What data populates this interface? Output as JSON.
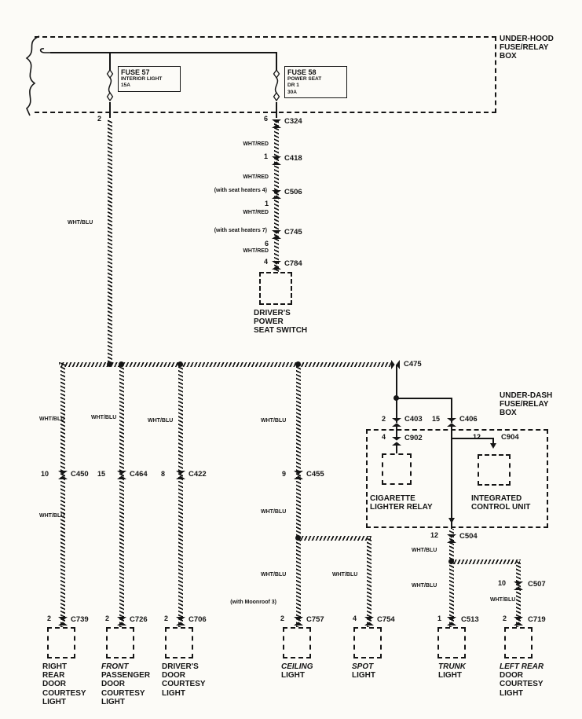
{
  "boxes": {
    "underhood": "UNDER-HOOD\nFUSE/RELAY\nBOX",
    "underdash": "UNDER-DASH\nFUSE/RELAY\nBOX"
  },
  "fuses": {
    "f57": {
      "name": "FUSE 57",
      "desc": "INTERIOR LIGHT\n15A"
    },
    "f58": {
      "name": "FUSE 58",
      "desc": "POWER SEAT\nDR 1\n30A"
    }
  },
  "wire": {
    "wht_red": "WHT/RED",
    "wht_blu": "WHT/BLU"
  },
  "feed_pin": "2",
  "connectors": {
    "c324": {
      "pin": "6",
      "name": "C324"
    },
    "c418": {
      "pin": "1",
      "name": "C418"
    },
    "c506": {
      "pin": "1",
      "name": "C506",
      "note": "(with seat heaters 4)"
    },
    "c745": {
      "pin": "6",
      "name": "C745",
      "note": "(with seat heaters 7)"
    },
    "c784": {
      "pin": "4",
      "name": "C784"
    },
    "c475": {
      "name": "C475"
    },
    "c450": {
      "pin": "10",
      "name": "C450"
    },
    "c464": {
      "pin": "15",
      "name": "C464"
    },
    "c422": {
      "pin": "8",
      "name": "C422"
    },
    "c455": {
      "pin": "9",
      "name": "C455"
    },
    "c403": {
      "pin": "2",
      "name": "C403"
    },
    "c406": {
      "pin": "15",
      "name": "C406"
    },
    "c902": {
      "pin": "4",
      "name": "C902"
    },
    "c904": {
      "pin": "12",
      "name": "C904"
    },
    "c504": {
      "pin": "12",
      "name": "C504"
    },
    "c507": {
      "pin": "10",
      "name": "C507"
    },
    "c739": {
      "pin": "2",
      "name": "C739"
    },
    "c726": {
      "pin": "2",
      "name": "C726"
    },
    "c706": {
      "pin": "2",
      "name": "C706"
    },
    "c757": {
      "pin": "2",
      "name": "C757",
      "note": "(with Moonroof 3)"
    },
    "c754": {
      "pin": "4",
      "name": "C754"
    },
    "c513": {
      "pin": "1",
      "name": "C513"
    },
    "c719": {
      "pin": "2",
      "name": "C719"
    }
  },
  "components": {
    "seat_switch": "DRIVER'S\nPOWER\nSEAT SWITCH",
    "cig_relay": "CIGARETTE\nLIGHTER RELAY",
    "icu": "INTEGRATED\nCONTROL UNIT",
    "right_rear": "RIGHT\nREAR\nDOOR\nCOURTESY\nLIGHT",
    "drivers_door": "DRIVER'S\nDOOR\nCOURTESY\nLIGHT",
    "front_passenger": {
      "em": "FRONT",
      "rest": "PASSENGER\nDOOR\nCOURTESY\nLIGHT"
    },
    "ceiling": {
      "em": "CEILING",
      "rest": "LIGHT"
    },
    "spot": {
      "em": "SPOT",
      "rest": "LIGHT"
    },
    "trunk": {
      "em": "TRUNK",
      "rest": "LIGHT"
    },
    "left_rear": {
      "em": "LEFT REAR",
      "rest": "DOOR\nCOURTESY\nLIGHT"
    }
  }
}
